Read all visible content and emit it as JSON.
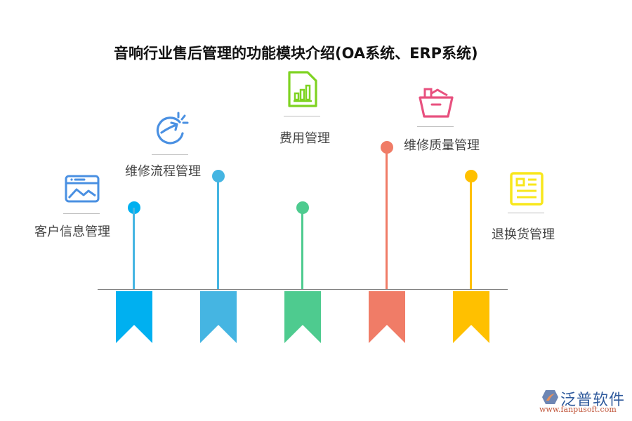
{
  "title": "音响行业售后管理的功能模块介绍(OA系统、ERP系统)",
  "modules": [
    {
      "label": "客户信息管理",
      "icon": "image-card-icon",
      "color": "#00b0f0",
      "icon_color": "#4a90e2"
    },
    {
      "label": "维修流程管理",
      "icon": "progress-arrow-icon",
      "color": "#45b5e2",
      "icon_color": "#4a90e2"
    },
    {
      "label": "费用管理",
      "icon": "document-chart-icon",
      "color": "#4ecb8f",
      "icon_color": "#7ed321"
    },
    {
      "label": "维修质量管理",
      "icon": "basket-icon",
      "color": "#f07c67",
      "icon_color": "#e8517f"
    },
    {
      "label": "退换货管理",
      "icon": "newspaper-icon",
      "color": "#ffc000",
      "icon_color": "#f8e71c"
    }
  ],
  "logo": {
    "name": "泛普软件",
    "url": "www.fanpusoft.com"
  }
}
